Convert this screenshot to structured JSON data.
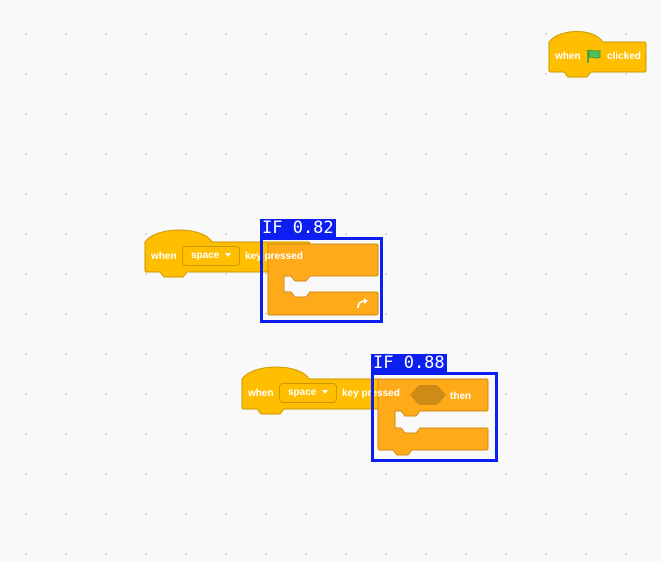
{
  "blocks": {
    "green_flag_hat": {
      "when": "when",
      "icon": "green-flag-icon",
      "clicked": "clicked"
    },
    "key_hat_1": {
      "when": "when",
      "key": "space",
      "key_pressed": "key pressed"
    },
    "forever_1": {
      "icon": "loop-arrow-icon"
    },
    "key_hat_2": {
      "when": "when",
      "key": "space",
      "key_pressed": "key pressed"
    },
    "if_2": {
      "then": "then",
      "condition_slot": "empty-boolean-slot"
    }
  },
  "detections": [
    {
      "label": "IF 0.82",
      "color": "#0d1ff0"
    },
    {
      "label": "IF 0.88",
      "color": "#0d1ff0"
    }
  ],
  "colors": {
    "events": "#ffbf00",
    "events_border": "#cc9900",
    "control": "#ffab19",
    "control_border": "#cf8b17",
    "canvas": "#f9f9f9",
    "flag": "#4cbf56",
    "detection": "#0d1ff0"
  }
}
